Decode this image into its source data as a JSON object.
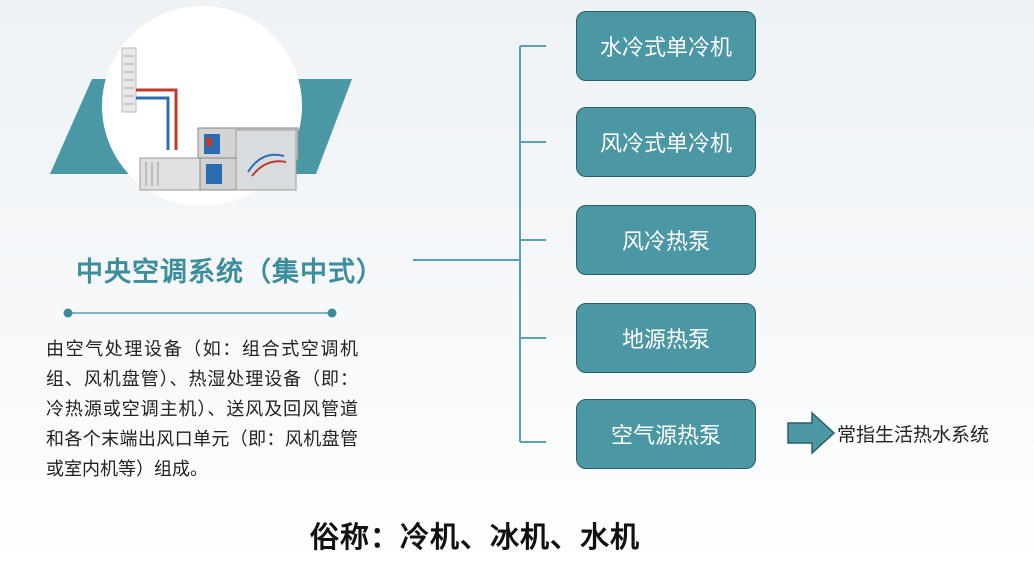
{
  "title": "中央空调系统（集中式）",
  "description": "由空气处理设备（如：组合式空调机组、风机盘管）、热湿处理设备（即：冷热源或空调主机）、送风及回风管道和各个末端出风口单元（即：风机盘管或室内机等）组成。",
  "categories": [
    {
      "label": "水冷式单冷机"
    },
    {
      "label": "风冷式单冷机"
    },
    {
      "label": "风冷热泵"
    },
    {
      "label": "地源热泵"
    },
    {
      "label": "空气源热泵"
    }
  ],
  "note": "常指生活热水系统",
  "common_names": "俗称：冷机、冰机、水机",
  "colors": {
    "accent": "#4b97a4",
    "box_border": "#2b5e68",
    "title": "#3d8e9c",
    "line": "#5aa1ad"
  },
  "icons": [
    "ahu-illustration",
    "right-arrow-icon"
  ]
}
